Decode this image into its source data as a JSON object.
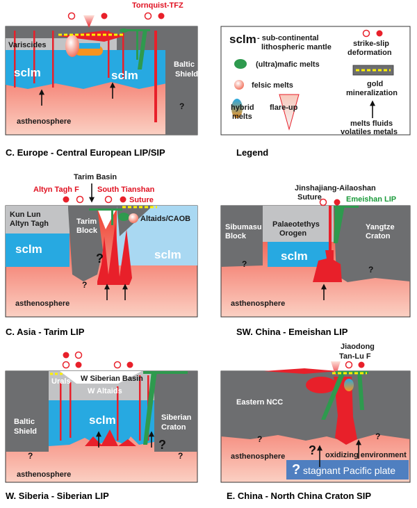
{
  "panels": {
    "europe": {
      "caption": "C. Europe - Central European LIP/SIP",
      "tornquist": "Tornquist-TFZ",
      "variscides": "Variscides",
      "sclm": "sclm",
      "baltic1": "Baltic",
      "baltic2": "Shield",
      "asthenosphere": "asthenosphere",
      "q": "?"
    },
    "legend": {
      "caption": "Legend",
      "sclm_abbr": "sclm",
      "sclm_def1": "- sub-continental",
      "sclm_def2": "lithospheric mantle",
      "mafic": "(ultra)mafic melts",
      "felsic": "felsic melts",
      "hybrid1": "hybrid",
      "hybrid2": "melts",
      "flareup": "flare-up",
      "strike1": "strike-slip",
      "strike2": "deformation",
      "gold1": "gold",
      "gold2": "mineralization",
      "fluids1": "melts fluids",
      "fluids2": "volatiles metals"
    },
    "tarim": {
      "caption": "C. Asia - Tarim LIP",
      "basin": "Tarim Basin",
      "altyn_f": "Altyn Tagh F",
      "tianshan": "South Tianshan",
      "suture": "Suture",
      "kunlun": "Kun Lun",
      "altyn": "Altyn Tagh",
      "block1": "Tarim",
      "block2": "Block",
      "altaids": "Altaids/CAOB",
      "sclm": "sclm",
      "asthenosphere": "asthenosphere",
      "q": "?"
    },
    "emeishan": {
      "caption": "SW. China - Emeishan LIP",
      "jinsha1": "Jinshajiang-Ailaoshan",
      "jinsha2": "Suture",
      "lip": "Emeishan LIP",
      "sibumasu1": "Sibumasu",
      "sibumasu2": "Block",
      "palaeo1": "Palaeotethys",
      "palaeo2": "Orogen",
      "yangtze1": "Yangtze",
      "yangtze2": "Craton",
      "sclm": "sclm",
      "asthenosphere": "asthenosphere",
      "q": "?"
    },
    "siberia": {
      "caption": "W. Siberia - Siberian LIP",
      "urals": "Urals",
      "wsb": "W Siberian Basin",
      "waltaids": "W Altaids",
      "baltic1": "Baltic",
      "baltic2": "Shield",
      "siberian1": "Siberian",
      "siberian2": "Craton",
      "sclm": "sclm",
      "asthenosphere": "asthenosphere",
      "q": "?"
    },
    "ncc": {
      "caption": "E. China - North China Craton SIP",
      "jiaodong": "Jiaodong",
      "tanlu": "Tan-Lu F",
      "eastern": "Eastern NCC",
      "asthenosphere": "asthenosphere",
      "oxidizing": "oxidizing environment",
      "pacific": "stagnant Pacific plate",
      "q": "?"
    }
  },
  "colors": {
    "grey": "#6d6e70",
    "lightgrey": "#c2c3c5",
    "sclm": "#27a9e1",
    "sclm_light": "#a9d8f2",
    "melt": "#e8202a",
    "mafic": "#2e9a4e",
    "gold": "#fff200",
    "pacific": "#4f7fc0"
  }
}
